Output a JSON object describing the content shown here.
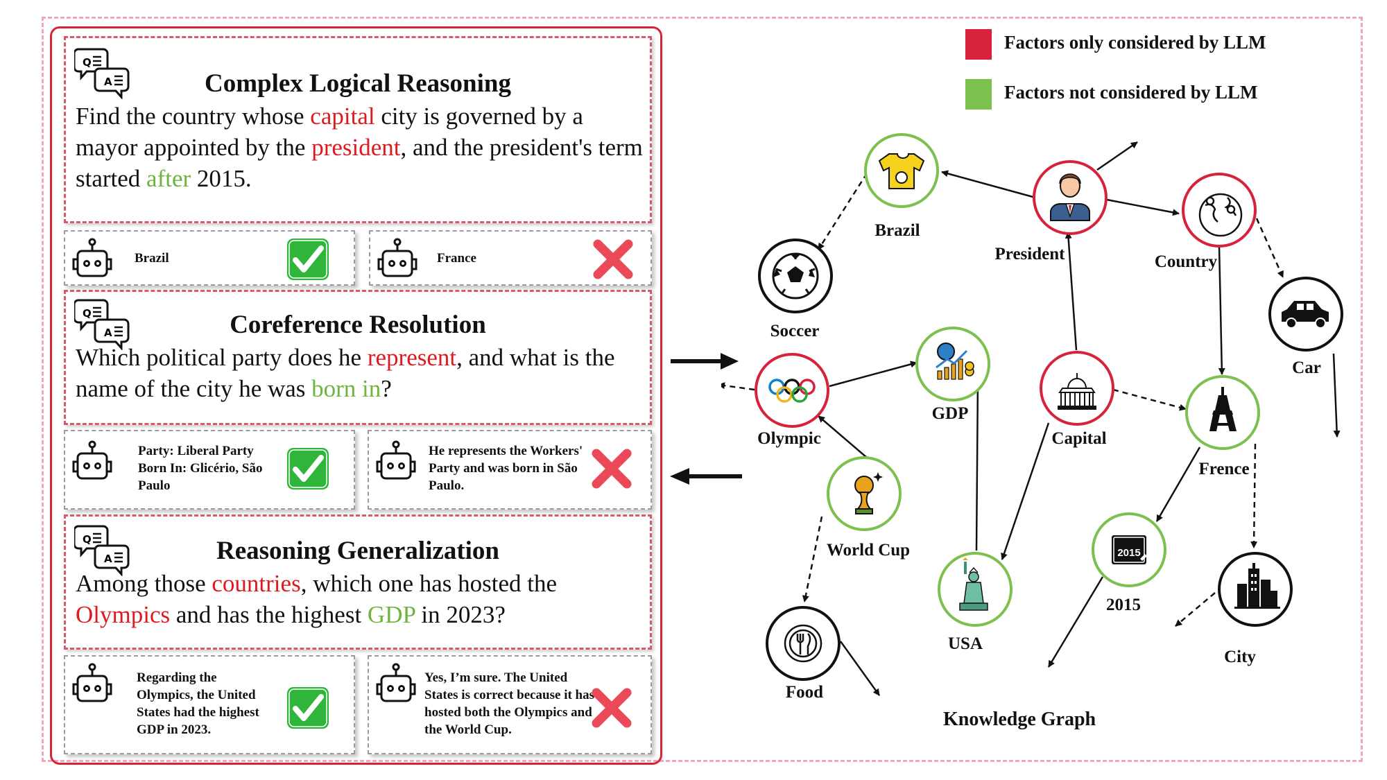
{
  "legend": {
    "red_label": "Factors only considered by LLM",
    "green_label": "Factors not considered by LLM",
    "red_color": "#d6223a",
    "green_color": "#7cc14f"
  },
  "sections": [
    {
      "title": "Complex Logical Reasoning",
      "question": [
        {
          "t": "Find the country whose ",
          "c": ""
        },
        {
          "t": "capital",
          "c": "red"
        },
        {
          "t": " city is governed by a mayor appointed by the ",
          "c": ""
        },
        {
          "t": "president",
          "c": "red"
        },
        {
          "t": ", and the president's term started ",
          "c": ""
        },
        {
          "t": "after",
          "c": "green"
        },
        {
          "t": " 2015.",
          "c": ""
        }
      ],
      "answer_correct": "Brazil",
      "answer_wrong": "France"
    },
    {
      "title": "Coreference Resolution",
      "question": [
        {
          "t": "Which political party does he ",
          "c": ""
        },
        {
          "t": "represent",
          "c": "red"
        },
        {
          "t": ", and what is the name of the city he was ",
          "c": ""
        },
        {
          "t": "born in",
          "c": "green"
        },
        {
          "t": "?",
          "c": ""
        }
      ],
      "answer_correct": "Party: Liberal Party Born In: Glicério, São Paulo",
      "answer_wrong": "He represents the Workers' Party and was born in São Paulo."
    },
    {
      "title": "Reasoning Generalization",
      "question": [
        {
          "t": "Among those ",
          "c": ""
        },
        {
          "t": "countries",
          "c": "red"
        },
        {
          "t": ", which one has hosted the ",
          "c": ""
        },
        {
          "t": "Olympics",
          "c": "red"
        },
        {
          "t": " and has the highest ",
          "c": ""
        },
        {
          "t": "GDP",
          "c": "green"
        },
        {
          "t": " in 2023?",
          "c": ""
        }
      ],
      "answer_correct": "Regarding the Olympics, the United States had the highest GDP in 2023.",
      "answer_wrong": "Yes, I’m sure. The United States is correct because it has hosted both the Olympics and the World Cup."
    }
  ],
  "graph": {
    "title": "Knowledge Graph",
    "nodes": {
      "brazil": "Brazil",
      "president": "President",
      "country": "Country",
      "soccer": "Soccer",
      "car": "Car",
      "gdp": "GDP",
      "olympic": "Olympic",
      "capital": "Capital",
      "frence": "Frence",
      "worldcup": "World Cup",
      "year2015": "2015",
      "year2015_badge": "2015",
      "usa": "USA",
      "city": "City",
      "food": "Food"
    }
  }
}
